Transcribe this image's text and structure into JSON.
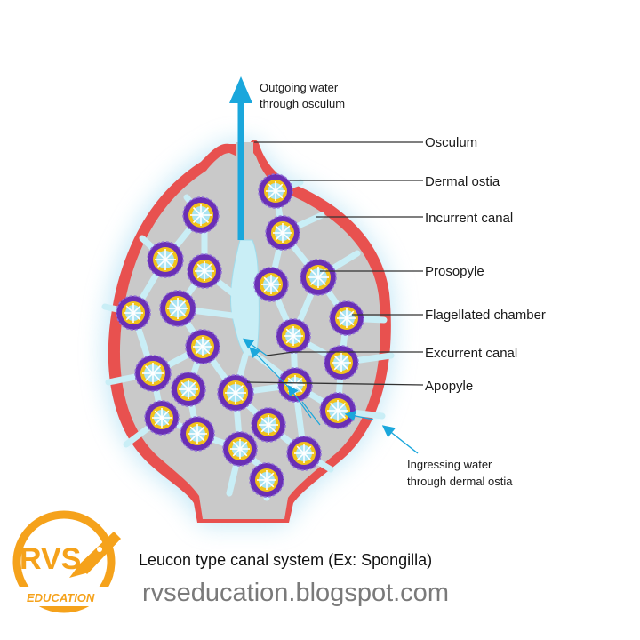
{
  "diagram": {
    "labels": {
      "outgoing": [
        "Outgoing water",
        "through osculum"
      ],
      "osculum": "Osculum",
      "dermal_ostia": "Dermal ostia",
      "incurrent_canal": "Incurrent canal",
      "prosopyle": "Prosopyle",
      "flagellated_chamber": "Flagellated chamber",
      "excurrent_canal": "Excurrent canal",
      "apopyle": "Apopyle",
      "ingressing": [
        "Ingressing water",
        "through dermal ostia"
      ]
    },
    "caption": "Leucon type canal system (Ex: Spongilla)",
    "website": "rvseducation.blogspot.com"
  },
  "logo": {
    "letters": "RVS",
    "word": "EDUCATION"
  },
  "colors": {
    "body_fill": "#c9c9c9",
    "outer_wall": "#e8514f",
    "canal": "#c9eef6",
    "arrow": "#1aa7dc",
    "chamber_ring": "#6a2fb5",
    "chamber_core": "#f2c21b",
    "chamber_star": "#a9e3f2",
    "logo": "#f5a21b"
  }
}
